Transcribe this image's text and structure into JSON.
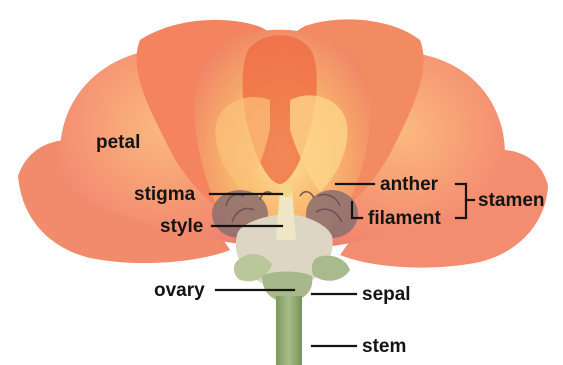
{
  "labels": {
    "petal": "petal",
    "stigma": "stigma",
    "style": "style",
    "ovary": "ovary",
    "anther": "anther",
    "filament": "filament",
    "stamen": "stamen",
    "sepal": "sepal",
    "stem": "stem"
  },
  "colors": {
    "petal_outer": "#f08a6e",
    "petal_mid": "#f7a070",
    "petal_center": "#fbd27a",
    "petal_deep": "#ee5f3c",
    "ovary": "#d8d2c0",
    "stem": "#8fa872",
    "sepal": "#a9ba8c",
    "text": "#141414"
  }
}
